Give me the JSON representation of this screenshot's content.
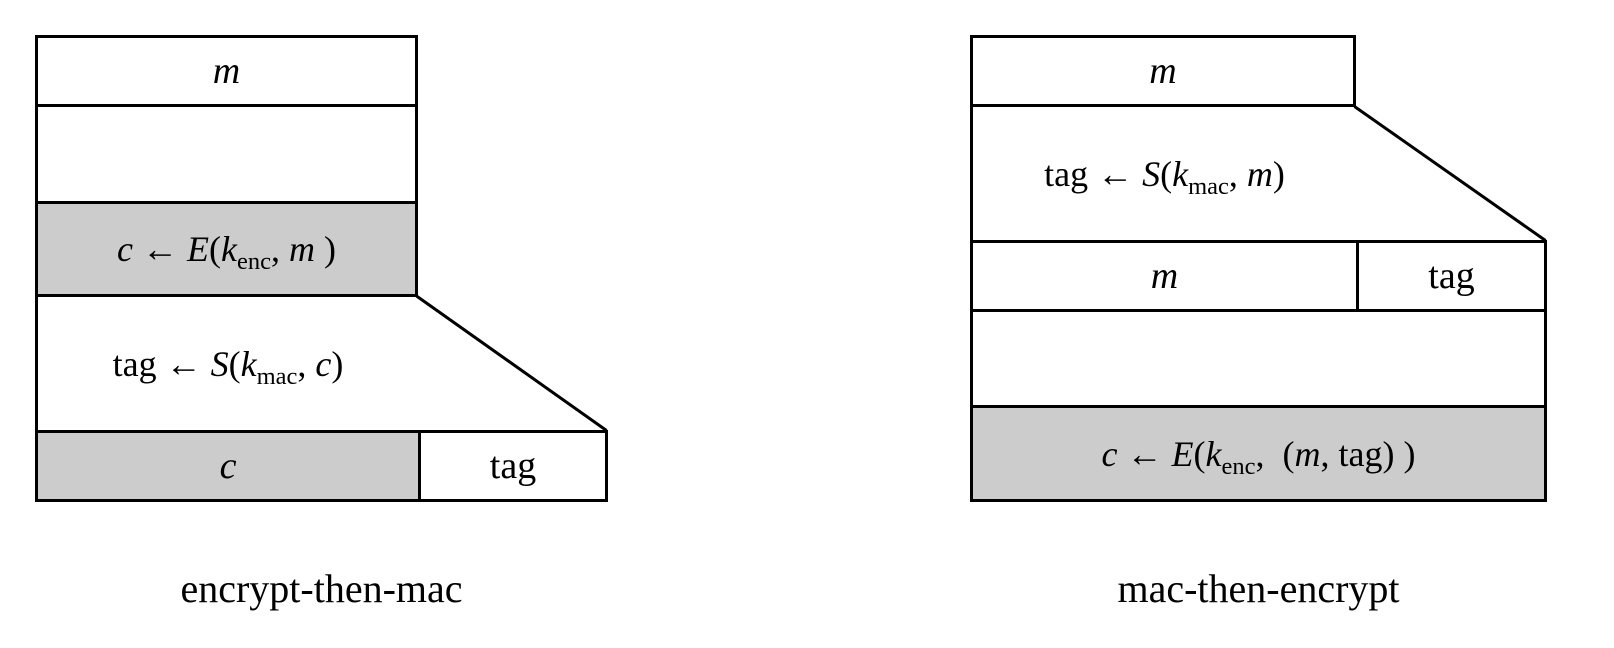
{
  "colors": {
    "background": "#ffffff",
    "border": "#000000",
    "gray_fill": "#cccccc"
  },
  "diagrams": {
    "left": {
      "caption": "encrypt-then-mac",
      "message_box": [
        {
          "t": "m",
          "i": true
        }
      ],
      "encrypt_step": [
        {
          "t": "c",
          "i": true
        },
        {
          "t": " ← "
        },
        {
          "t": "E",
          "i": true
        },
        {
          "t": "("
        },
        {
          "t": "k",
          "i": true
        },
        {
          "t": "enc",
          "sub": true
        },
        {
          "t": ", "
        },
        {
          "t": "m",
          "i": true
        },
        {
          "t": " )"
        }
      ],
      "mac_step": [
        {
          "t": "tag ← "
        },
        {
          "t": "S",
          "i": true
        },
        {
          "t": "("
        },
        {
          "t": "k",
          "i": true
        },
        {
          "t": "mac",
          "sub": true
        },
        {
          "t": ", "
        },
        {
          "t": "c",
          "i": true
        },
        {
          "t": ")"
        }
      ],
      "output_cipher_cell": [
        {
          "t": "c",
          "i": true
        }
      ],
      "output_tag_cell": [
        {
          "t": "tag"
        }
      ]
    },
    "right": {
      "caption": "mac-then-encrypt",
      "message_box": [
        {
          "t": "m",
          "i": true
        }
      ],
      "mac_step": [
        {
          "t": "tag ← "
        },
        {
          "t": "S",
          "i": true
        },
        {
          "t": "("
        },
        {
          "t": "k",
          "i": true
        },
        {
          "t": "mac",
          "sub": true
        },
        {
          "t": ", "
        },
        {
          "t": "m",
          "i": true
        },
        {
          "t": ")"
        }
      ],
      "concat_message_cell": [
        {
          "t": "m",
          "i": true
        }
      ],
      "concat_tag_cell": [
        {
          "t": "tag"
        }
      ],
      "encrypt_step": [
        {
          "t": "c",
          "i": true
        },
        {
          "t": " ← "
        },
        {
          "t": "E",
          "i": true
        },
        {
          "t": "("
        },
        {
          "t": "k",
          "i": true
        },
        {
          "t": "enc",
          "sub": true
        },
        {
          "t": ",  ("
        },
        {
          "t": "m",
          "i": true
        },
        {
          "t": ", tag) )"
        }
      ]
    }
  }
}
